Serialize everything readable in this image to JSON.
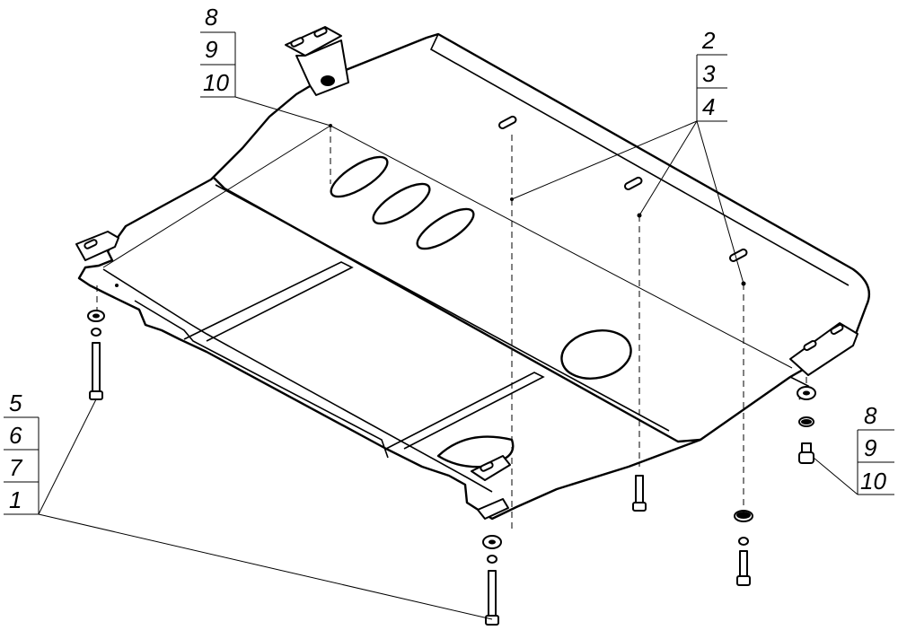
{
  "callouts": {
    "top_left": [
      "8",
      "9",
      "10"
    ],
    "top_right": [
      "2",
      "3",
      "4"
    ],
    "bottom_left": [
      "5",
      "6",
      "7",
      "1"
    ],
    "bottom_right": [
      "8",
      "9",
      "10"
    ]
  },
  "colors": {
    "line": "#000000",
    "background": "#ffffff"
  }
}
